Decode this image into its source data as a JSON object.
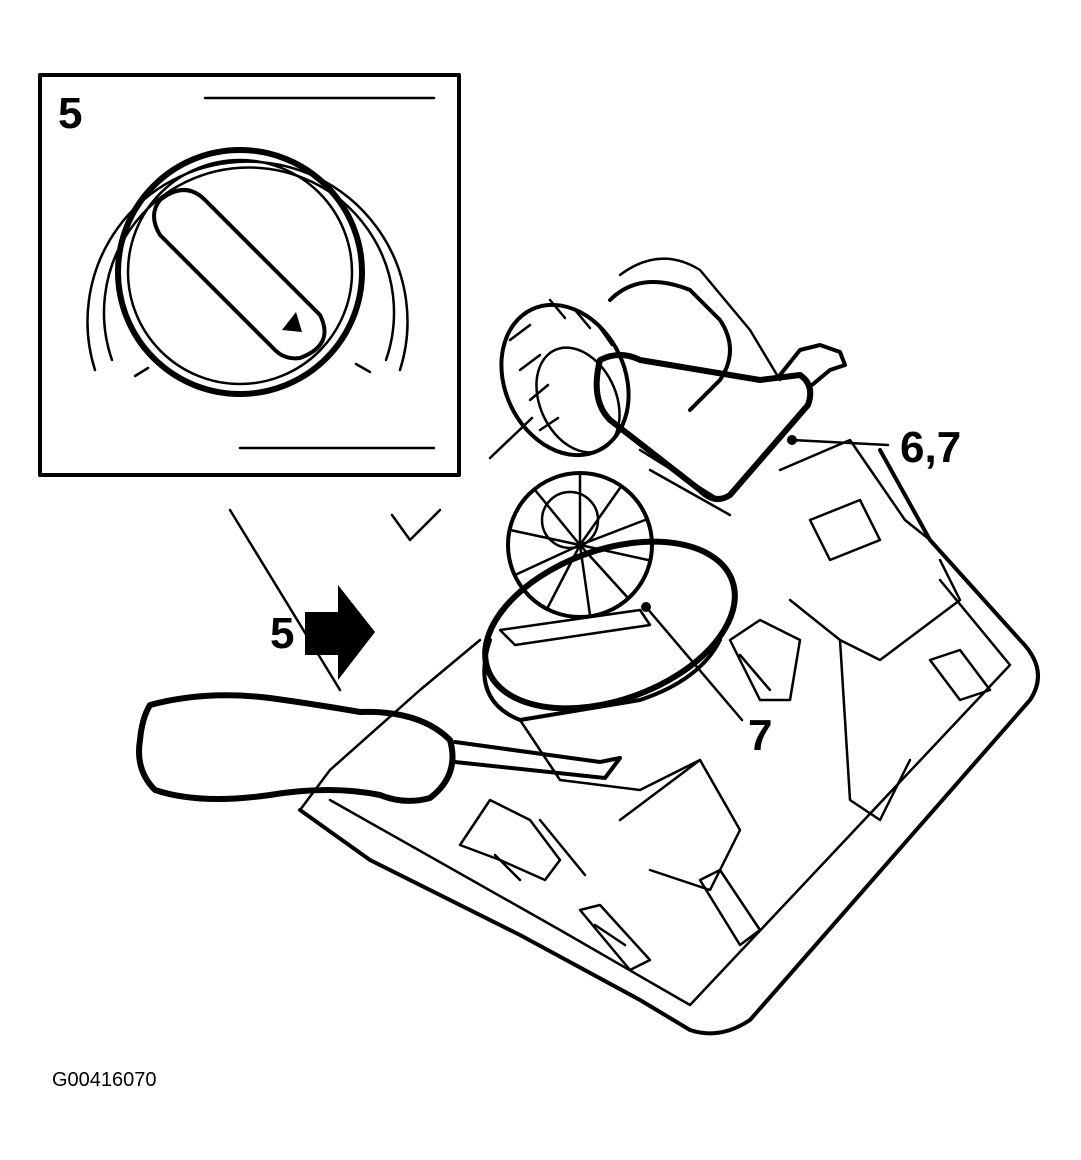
{
  "figure": {
    "id": "G00416070",
    "ink_color": "#000000",
    "paper_color": "#ffffff"
  },
  "inset": {
    "label": "5"
  },
  "callouts": {
    "switch": "5",
    "motor_and_gear": "6,7",
    "drive_gear": "7"
  },
  "icons": {
    "direction_arrow": "bold-right-arrow-icon",
    "dial_pointer": "triangle-pointer-icon",
    "screwdriver": "screwdriver-icon"
  }
}
